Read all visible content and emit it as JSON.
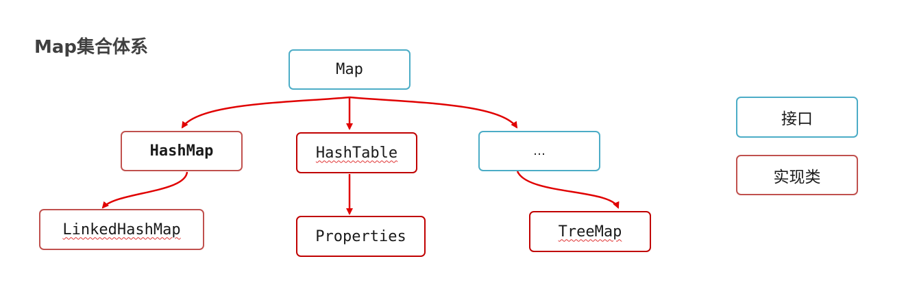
{
  "title": "Map集合体系",
  "nodes": {
    "map": "Map",
    "hashmap": "HashMap",
    "hashtable": "HashTable",
    "other": "…",
    "linkedhashmap": "LinkedHashMap",
    "properties": "Properties",
    "treemap": "TreeMap"
  },
  "legend": {
    "interface_label": "接口",
    "class_label": "实现类"
  },
  "colors": {
    "interface_border": "#4bacc6",
    "class_border": "#c0504d",
    "class_border_strong": "#c00000",
    "arrow": "#e00000",
    "title": "#404040"
  }
}
